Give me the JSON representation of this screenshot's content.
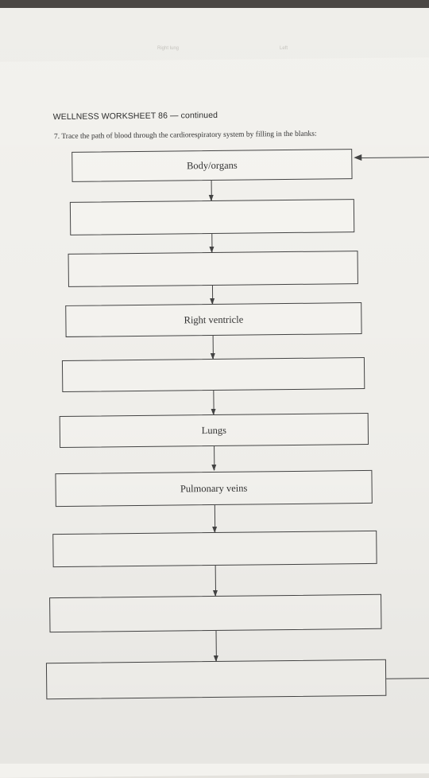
{
  "under_page": {
    "label_left": "Right lung",
    "label_right": "Left"
  },
  "worksheet": {
    "heading": "WELLNESS WORKSHEET 86 — continued",
    "question": "7. Trace the path of blood through the cardiorespiratory system by filling in the blanks:"
  },
  "flow_boxes": [
    {
      "label": "Body/organs"
    },
    {
      "label": ""
    },
    {
      "label": ""
    },
    {
      "label": "Right ventricle"
    },
    {
      "label": ""
    },
    {
      "label": "Lungs"
    },
    {
      "label": "Pulmonary veins"
    },
    {
      "label": ""
    },
    {
      "label": ""
    },
    {
      "label": ""
    }
  ]
}
